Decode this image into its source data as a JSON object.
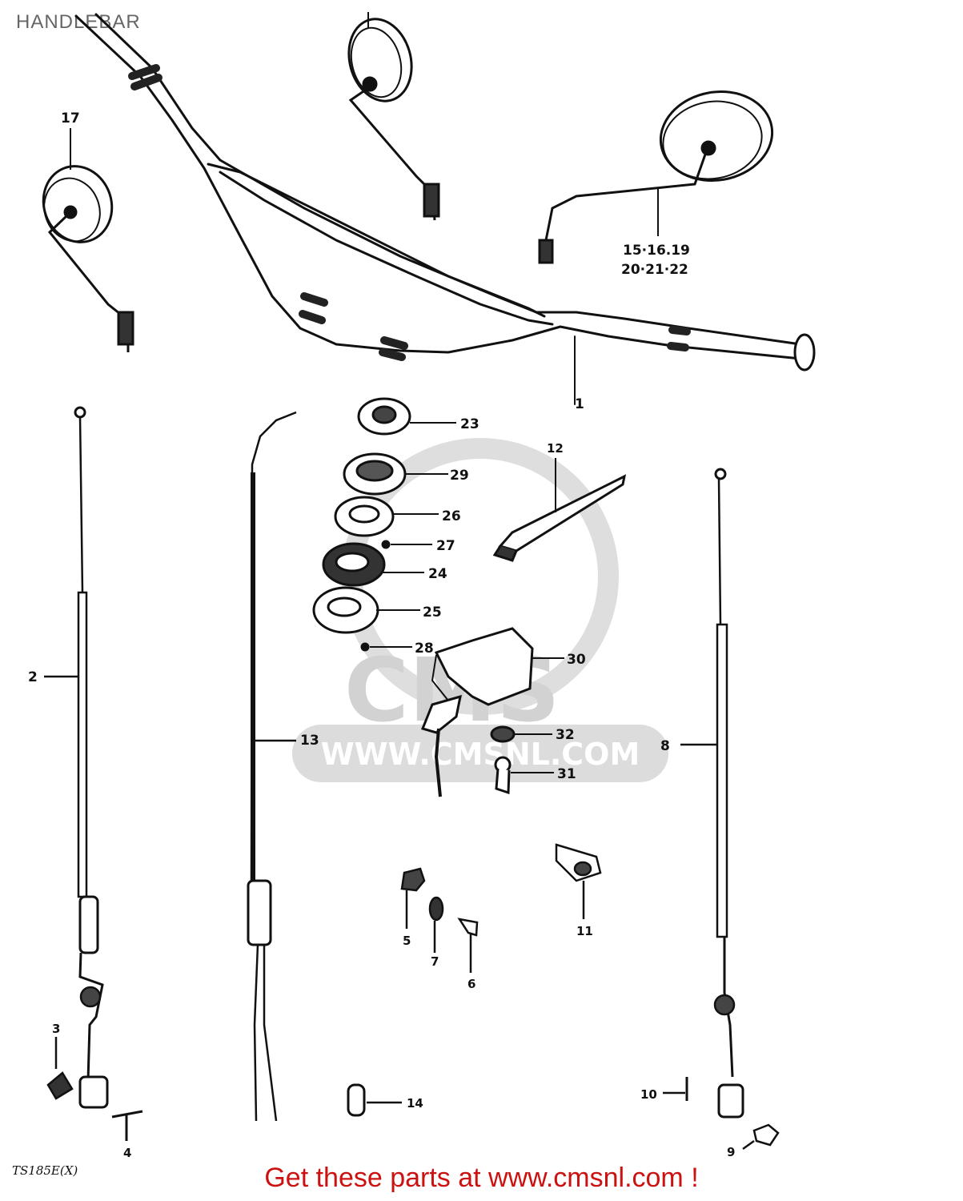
{
  "page": {
    "title": "HANDLEBAR"
  },
  "watermark": {
    "brand": "CMS",
    "url": "WWW.CMSNL.COM",
    "color": "#d6d6d6"
  },
  "colors": {
    "ink": "#111111",
    "footer": "#cc1111"
  },
  "labels": {
    "p1": "1",
    "p2": "2",
    "p3": "3",
    "p4": "4",
    "p5": "5",
    "p6": "6",
    "p7": "7",
    "p8": "8",
    "p9": "9",
    "p10": "10",
    "p11": "11",
    "p12": "12",
    "p13": "13",
    "p14": "14",
    "p17": "17",
    "p15_line1": "15·16.19",
    "p15_line2": "20·21·22",
    "p23": "23",
    "p24": "24",
    "p25": "25",
    "p26": "26",
    "p27": "27",
    "p28": "28",
    "p29": "29",
    "p30": "30",
    "p31": "31",
    "p32": "32"
  },
  "diagram_code": "TS185E(X)",
  "footer": {
    "text": "Get these parts at www.cmsnl.com !"
  }
}
